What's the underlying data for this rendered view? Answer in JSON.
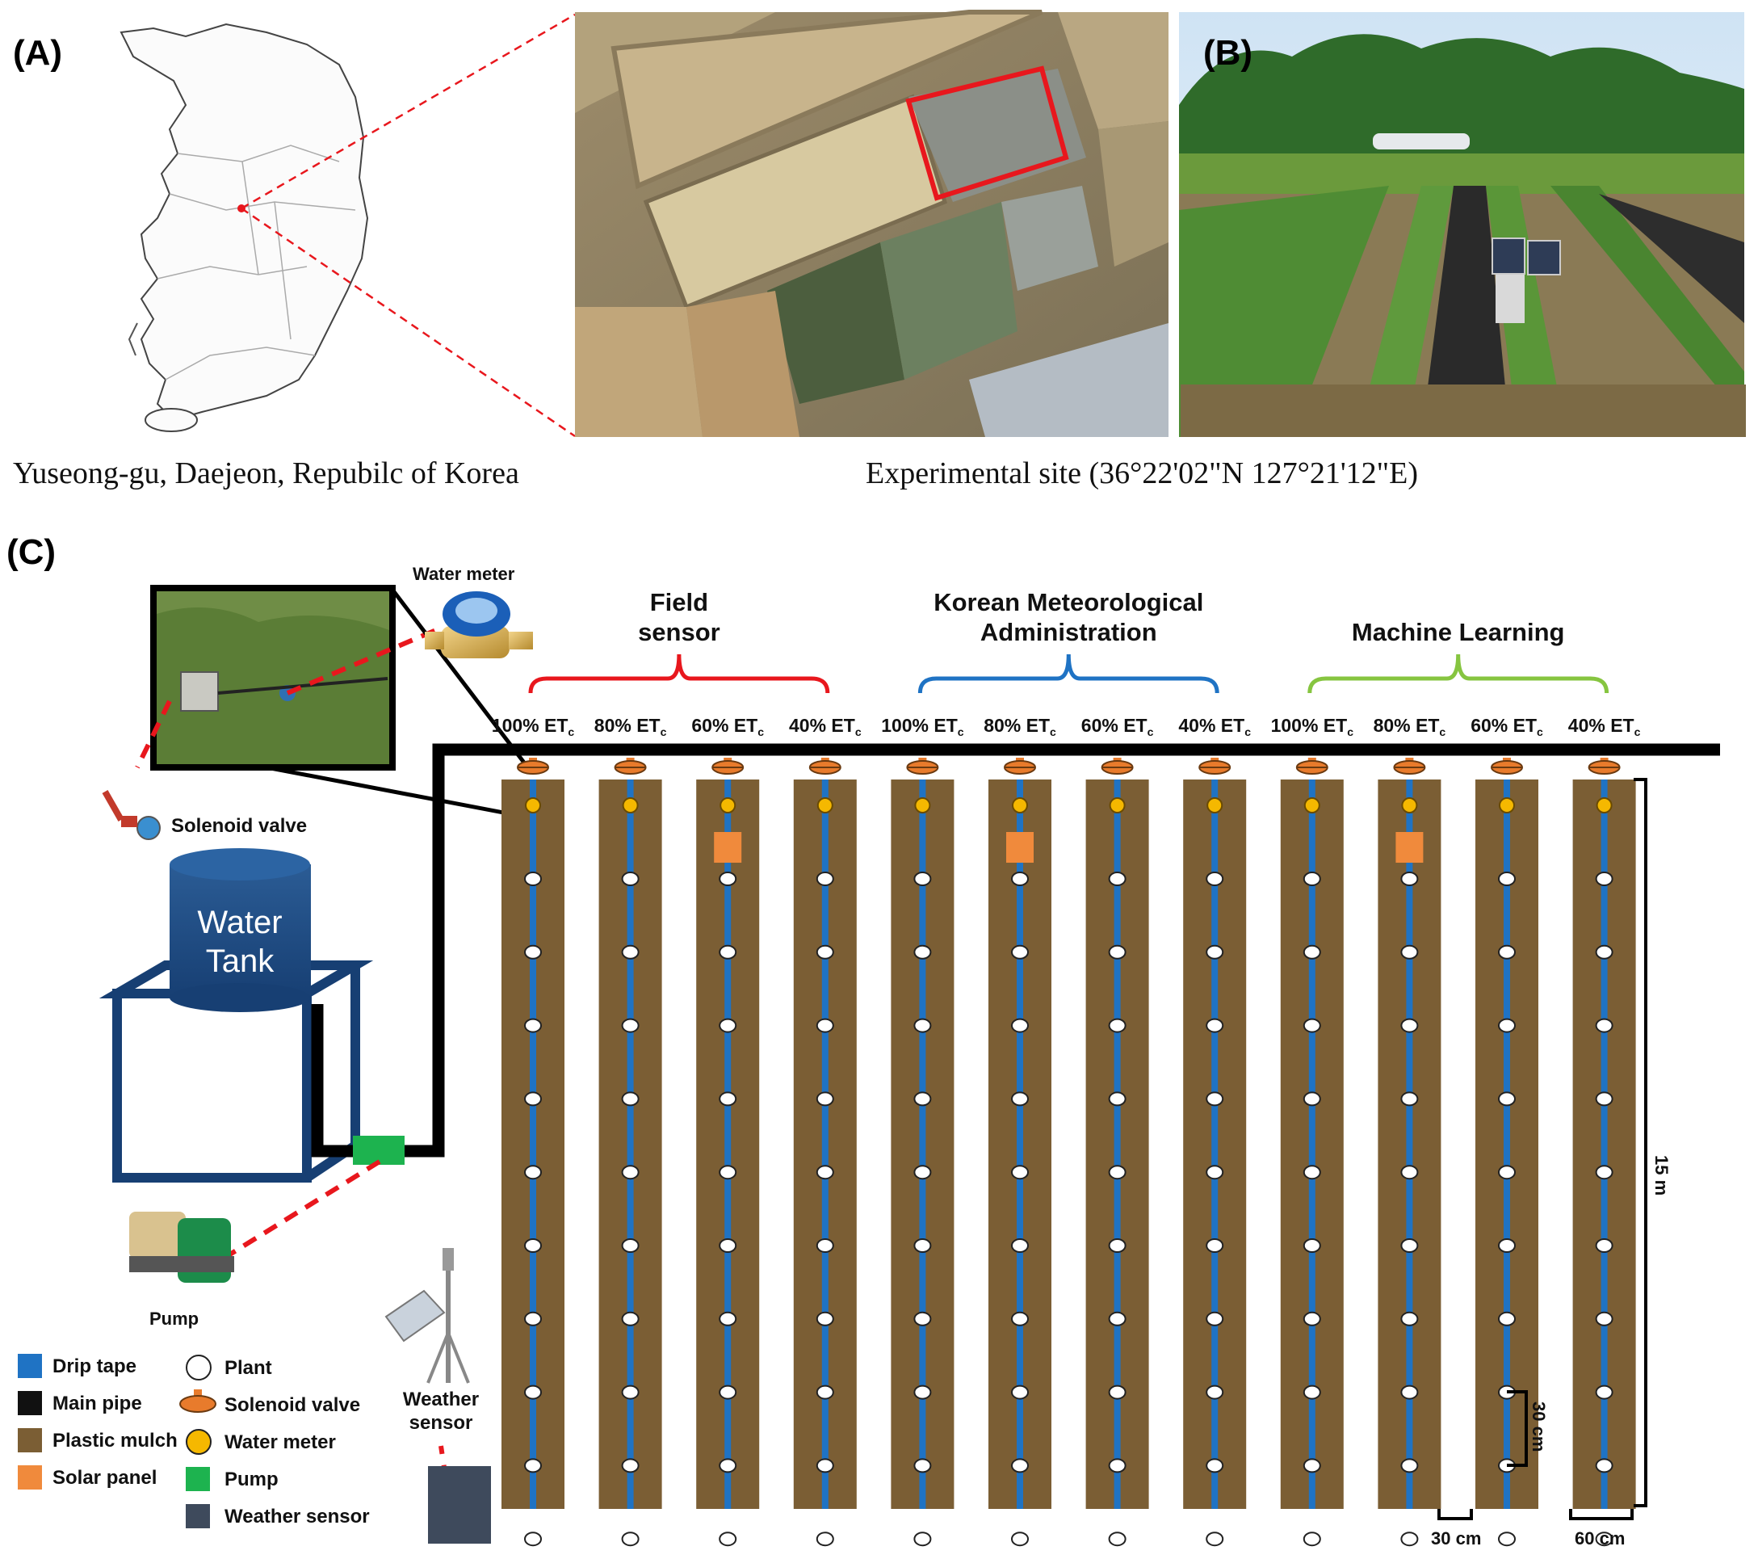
{
  "panels": {
    "a_label": "(A)",
    "b_label": "(B)",
    "c_label": "(C)"
  },
  "captions": {
    "map": "Yuseong-gu, Daejeon, Repubilc of Korea",
    "site": "Experimental site (36°22'02\"N 127°21'12\"E)"
  },
  "groups": [
    {
      "title_lines": [
        "Field",
        "sensor"
      ],
      "color": "#e8171d"
    },
    {
      "title_lines": [
        "Korean Meteorological",
        "Administration"
      ],
      "color": "#1f73c4"
    },
    {
      "title_lines": [
        "Machine Learning"
      ],
      "color": "#86c540"
    }
  ],
  "treatments": [
    "100%",
    "80%",
    "60%",
    "40%",
    "100%",
    "80%",
    "60%",
    "40%",
    "100%",
    "80%",
    "60%",
    "40%"
  ],
  "treatment_unit": "ET",
  "treatment_sub": "c",
  "solar_panel_rows": [
    3,
    6,
    10
  ],
  "plants_per_row": 10,
  "labels": {
    "water_meter": "Water meter",
    "solenoid_valve": "Solenoid valve",
    "water_tank_line1": "Water",
    "water_tank_line2": "Tank",
    "pump": "Pump",
    "weather_sensor_line1": "Weather",
    "weather_sensor_line2": "sensor",
    "dim_length": "15 m",
    "dim_plant_spacing": "30 cm",
    "dim_row_gap": "30 cm",
    "dim_row_width": "60 cm"
  },
  "legend": [
    {
      "label": "Drip tape",
      "symbol": "square",
      "color": "#1f73c4"
    },
    {
      "label": "Main pipe",
      "symbol": "square",
      "color": "#111111"
    },
    {
      "label": "Plastic mulch",
      "symbol": "square",
      "color": "#7b5e34"
    },
    {
      "label": "Solar panel",
      "symbol": "square",
      "color": "#f08a3c"
    },
    {
      "label": "Plant",
      "symbol": "circle",
      "color": "#ffffff"
    },
    {
      "label": "Solenoid valve",
      "symbol": "valve",
      "color": "#e87b2c"
    },
    {
      "label": "Water meter",
      "symbol": "circle",
      "color": "#f5b800"
    },
    {
      "label": "Pump",
      "symbol": "square",
      "color": "#1db34f"
    },
    {
      "label": "Weather sensor",
      "symbol": "square",
      "color": "#3e4a5c"
    }
  ]
}
